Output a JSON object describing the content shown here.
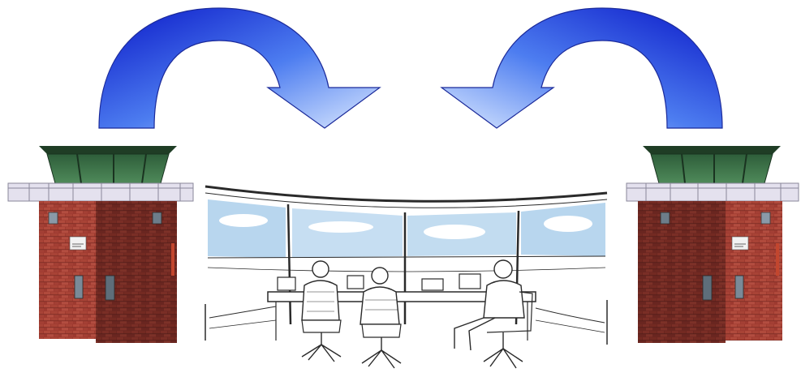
{
  "diagram": {
    "elements": [
      {
        "id": "left-tower",
        "kind": "control-tower"
      },
      {
        "id": "right-tower",
        "kind": "control-tower"
      },
      {
        "id": "tower-cab-interior",
        "kind": "illustration",
        "occupants": 3
      }
    ],
    "arrows": [
      {
        "from": "left-tower",
        "to": "tower-cab-interior",
        "direction": "clockwise"
      },
      {
        "from": "right-tower",
        "to": "tower-cab-interior",
        "direction": "counter-clockwise"
      }
    ]
  },
  "colors": {
    "arrow_dark": "#0a18c8",
    "arrow_light": "#d8e8ff",
    "brick_dark": "#7a2a22",
    "brick_light": "#b5473a",
    "cab_glass": "#3e7a4c",
    "cab_glass_dark": "#1f4a2c",
    "balcony": "#d9d6e6",
    "sky": "#b8d6ee"
  }
}
